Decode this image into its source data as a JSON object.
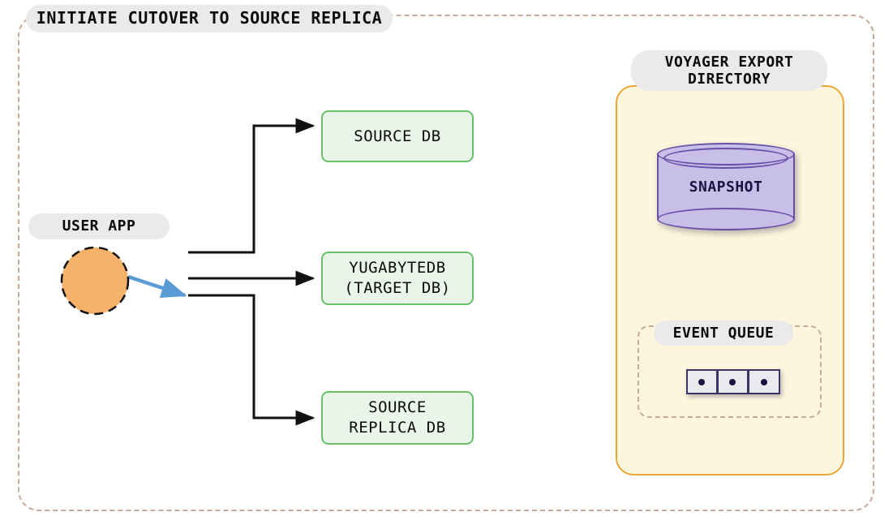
{
  "diagram": {
    "title": "INITIATE CUTOVER TO SOURCE REPLICA",
    "source_label": "USER APP",
    "nodes": {
      "source_db": "SOURCE DB",
      "target_db": "YUGABYTEDB\n(TARGET DB)",
      "replica_db": "SOURCE\nREPLICA DB"
    },
    "voyager": {
      "title": "VOYAGER EXPORT\nDIRECTORY",
      "snapshot_label": "SNAPSHOT",
      "event_queue_label": "EVENT QUEUE",
      "queue_cells": [
        {
          "id": "cell-1",
          "marker": "event"
        },
        {
          "id": "cell-2",
          "marker": "event"
        },
        {
          "id": "cell-3",
          "marker": "event"
        }
      ]
    },
    "colors": {
      "frame_dash": "#c9a99a",
      "db_box_fill": "#eaf5ea",
      "db_box_border": "#68c168",
      "voyager_fill": "#fdf6dd",
      "voyager_border": "#e8a838",
      "pill_fill": "#eaeaea",
      "user_app_fill": "#f7b26a",
      "user_app_border": "#111111",
      "active_arrow": "#5b9bd5",
      "wire": "#111111",
      "snapshot_fill": "#c7bfe8",
      "snapshot_border": "#6a4fa8",
      "queue_cell_fill": "#e9e9ee",
      "queue_cell_border": "#3b3566",
      "queue_dot": "#181040"
    },
    "connections": [
      {
        "from": "USER APP",
        "to": "SOURCE DB",
        "style": "solid-black"
      },
      {
        "from": "USER APP",
        "to": "YUGABYTEDB (TARGET DB)",
        "style": "solid-black"
      },
      {
        "from": "USER APP",
        "to": "SOURCE REPLICA DB",
        "style": "solid-black"
      },
      {
        "from": "USER APP",
        "to": "junction",
        "style": "blue-active"
      }
    ]
  }
}
